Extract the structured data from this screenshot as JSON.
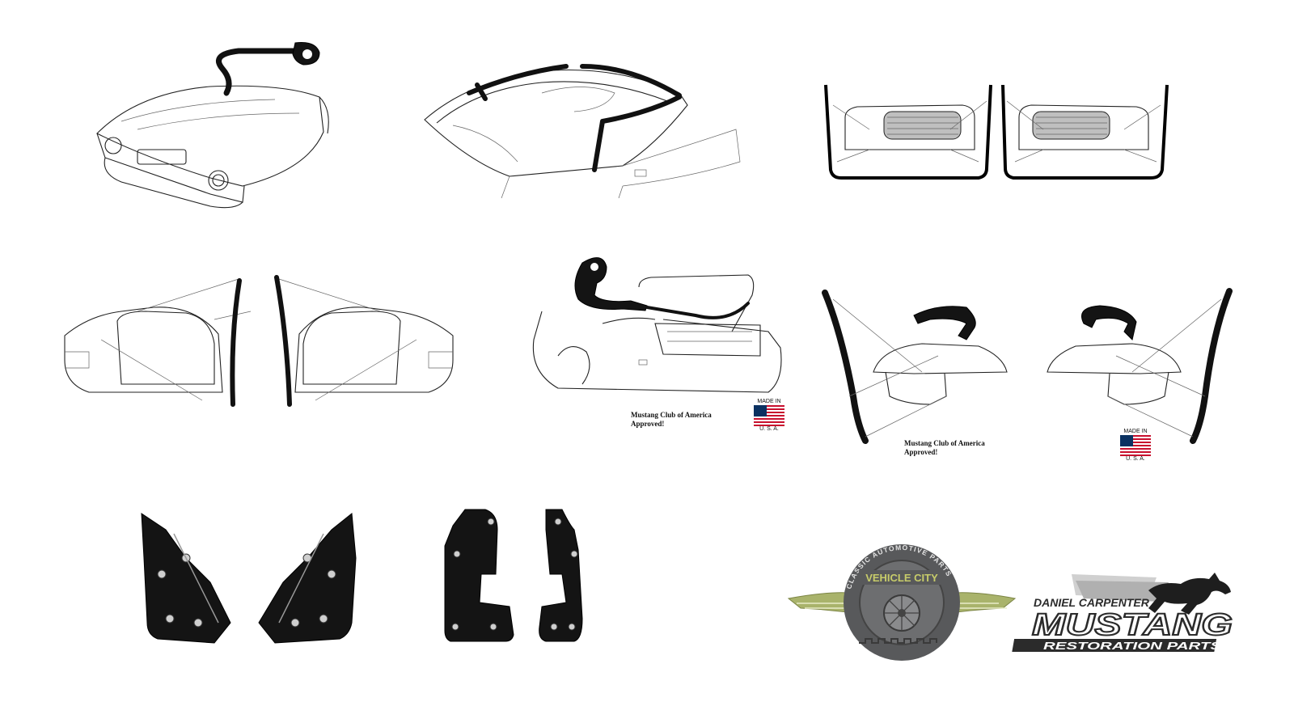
{
  "captions": {
    "trunk": "Mustang Club of America Approved!",
    "quarter": "Mustang Club of America Approved!"
  },
  "flags": {
    "trunk_top": "MADE IN",
    "trunk_bottom": "U. S. A.",
    "quarter_top": "MADE IN",
    "quarter_bottom": "U. S. A."
  },
  "logos": {
    "vehicle_city": {
      "ring_text": "CLASSIC AUTOMOTIVE PARTS",
      "name": "VEHICLE CITY",
      "colors": {
        "ring": "#58595b",
        "wing": "#a9b36b",
        "gold": "#c7cc6a"
      }
    },
    "dcm": {
      "line1": "DANIEL CARPENTER",
      "line2": "MUSTANG",
      "line3": "RESTORATION PARTS",
      "colors": {
        "text": "#2b2b2b",
        "bar": "#2b2b2b"
      }
    }
  },
  "icons": [
    "us-flag-icon",
    "wheel-icon",
    "running-horse-icon"
  ]
}
